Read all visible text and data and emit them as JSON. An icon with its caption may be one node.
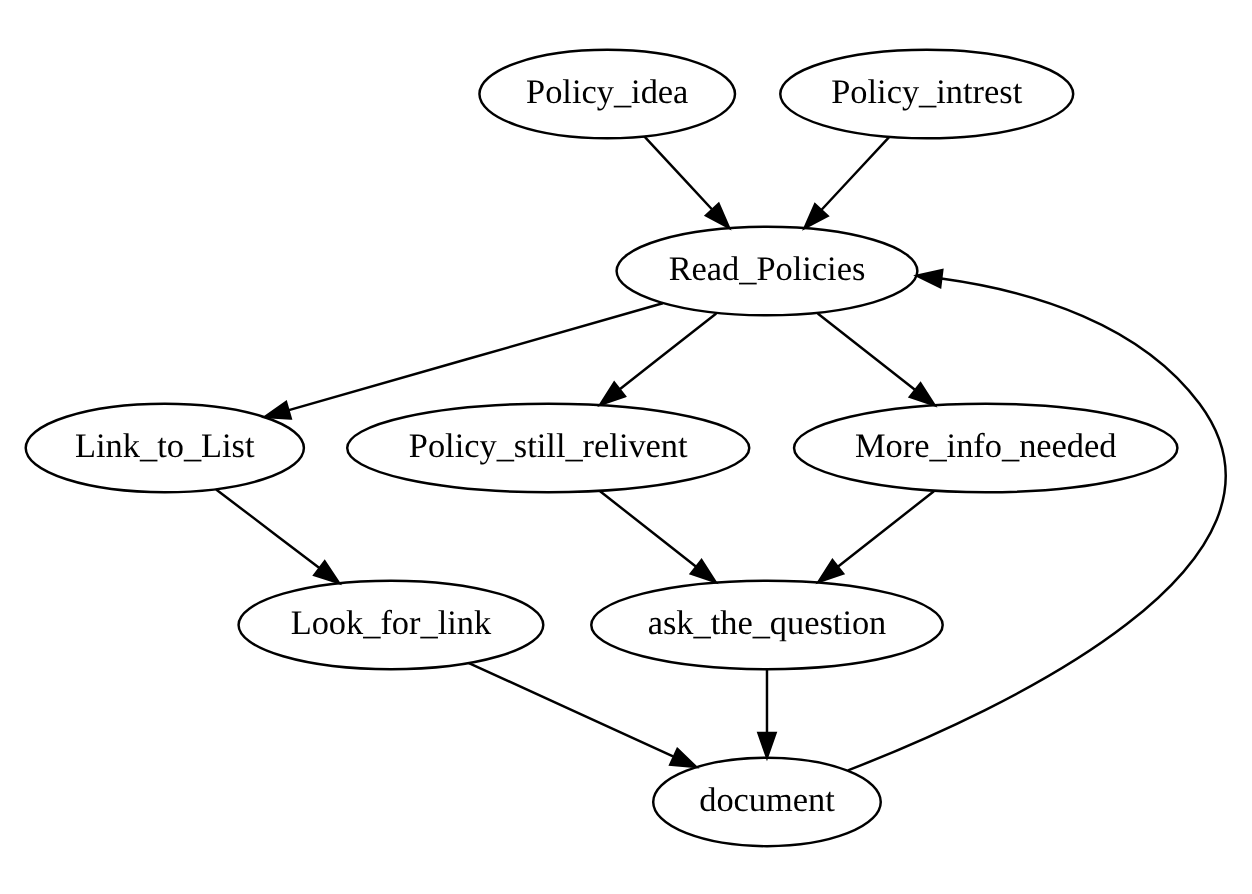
{
  "diagram": {
    "nodes": [
      {
        "text": [
          "Policy_idea"
        ]
      },
      {
        "text": [
          "Policy_intrest"
        ]
      },
      {
        "text": [
          "Read_Policies"
        ]
      },
      {
        "text": [
          "Link_to_List"
        ]
      },
      {
        "text": [
          "Policy_still_relivent"
        ]
      },
      {
        "text": [
          "More_info_needed"
        ]
      },
      {
        "text": [
          "Look_for_link"
        ]
      },
      {
        "text": [
          "ask_the_question"
        ]
      },
      {
        "text": [
          "document"
        ]
      }
    ],
    "edges": [
      {
        "from": 0,
        "to": 2,
        "arrow": "to"
      },
      {
        "from": 1,
        "to": 2,
        "arrow": "to"
      },
      {
        "from": 2,
        "to": 3,
        "arrow": "to"
      },
      {
        "from": 2,
        "to": 4,
        "arrow": "to"
      },
      {
        "from": 2,
        "to": 5,
        "arrow": "to"
      },
      {
        "from": 3,
        "to": 6,
        "arrow": "to"
      },
      {
        "from": 4,
        "to": 7,
        "arrow": "to"
      },
      {
        "from": 5,
        "to": 7,
        "arrow": "to"
      },
      {
        "from": 6,
        "to": 8,
        "arrow": "to"
      },
      {
        "from": 7,
        "to": 8,
        "arrow": "to"
      },
      {
        "from": 8,
        "to": 2,
        "arrow": "to"
      }
    ]
  }
}
